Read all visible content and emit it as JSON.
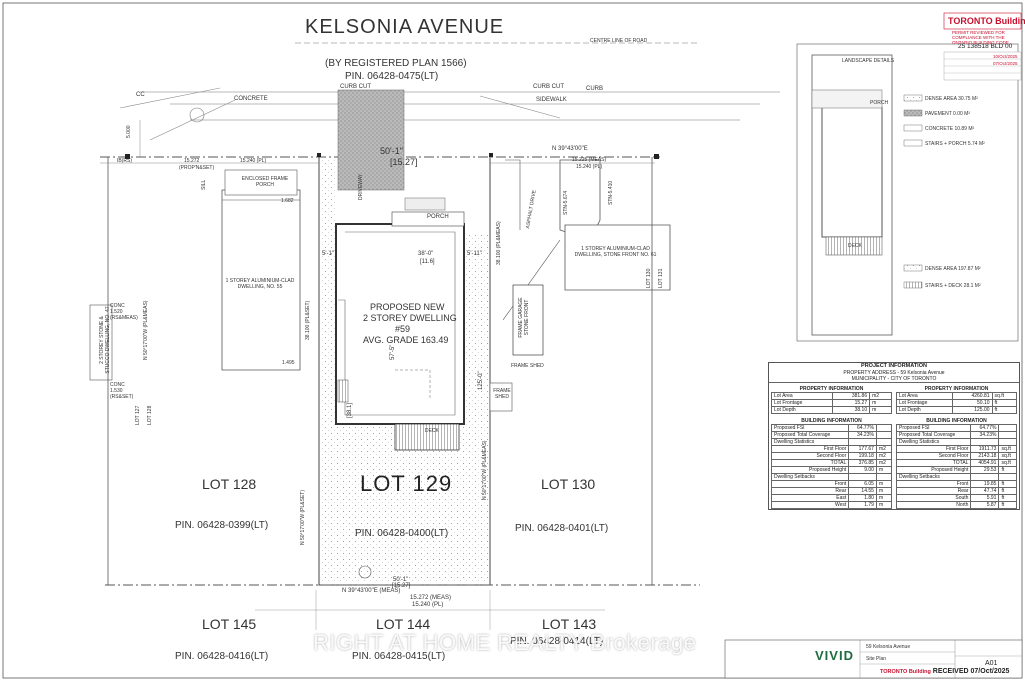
{
  "street": "KELSONIA AVENUE",
  "centre_line": "CENTRE LINE OF ROAD",
  "plan": {
    "registered": "(BY REGISTERED PLAN 1566)",
    "pin": "PIN. 06428-0475(LT)"
  },
  "road_labels": {
    "curb_cut_1": "CURB CUT",
    "curb_cut_2": "CURB CUT",
    "curb": "CURB",
    "concrete": "CONCRETE",
    "sidewalk": "SIDEWALK",
    "cc": "CC"
  },
  "dimensions": {
    "bearing_top": "N 39°43'00\"E",
    "bearing_bottom": "N 39°43'00\"E (MEAS)",
    "front_ft": "50'-1\"",
    "front_m": "[15.27]",
    "rear_ft": "50'-1\"",
    "rear_m": "[15.27]",
    "meas_top": "15.272",
    "meas_top_note": "(PROP'N&SET)",
    "pl_top": "15.240 (PL)",
    "meas_right": "15.225 (MEAS)",
    "pl_right": "15.240 (PL)",
    "meas_bottom": "15.272 (MEAS)",
    "pl_bottom": "15.240 (PL)",
    "depth_left": "38.100 (PL&SET)",
    "depth_right": "38.100 (PL&MEAS)",
    "bearing_left": "N 50°17'00\"W (PL&MEAS)",
    "bearing_side": "N 50°17'00\"W (PL&SET)",
    "bearing_right": "N 50°17'00\"W (PL&MEAS)",
    "house_width_ft": "38'-0\"",
    "house_width_m": "[11.6]",
    "setback_left_ft": "5'-1\"",
    "setback_right_ft": "5'-11\"",
    "house_depth": "57'-5\"",
    "rear_yard": "125'-0\"",
    "rear_yard_m": "[38.1]",
    "side_1495": "1.495",
    "side_1682": "1.682",
    "road_5000": "5.000",
    "stn_5674": "STN-5.674",
    "stn_5410": "STN-5.410"
  },
  "site_labels": {
    "ib_rs": "IB(RS)",
    "porch": "PORCH",
    "driveway": "DRIVEWAY",
    "asphalt": "ASPHALT DRIVE",
    "enclosed_porch": "ENCLOSED FRAME PORCH",
    "dwelling_55": "1 STOREY ALUMINIUM-CLAD DWELLING, NO. 55",
    "dwelling_47": "2 STOREY STONE & STUCCO DWELLING, NO. 47",
    "dwelling_61": "1 STOREY ALUMINIUM-CLAD DWELLING, STONE FRONT NO. 61",
    "frame_garage": "FRAME GARAGE STONE FRONT",
    "frame_shed_1": "FRAME SHED",
    "frame_shed_2": "FRAME SHED",
    "conc_top": "CONC 1.520 (RS&MEAS)",
    "conc_bottom": "CONC 1.530 (RS&SET)",
    "deck": "DECK",
    "proposed_1": "PROPOSED NEW",
    "proposed_2": "2 STOREY DWELLING",
    "proposed_3": "#59",
    "proposed_4": "AVG. GRADE 163.49",
    "sill": "SILL",
    "lot_127": "LOT 127",
    "lot_128_side": "LOT 128",
    "lot_130_side": "LOT 130",
    "lot_131": "LOT 131"
  },
  "lots": {
    "lot128": "LOT 128",
    "lot129": "LOT 129",
    "lot130": "LOT 130",
    "lot145": "LOT 145",
    "lot144": "LOT 144",
    "lot143": "LOT 143",
    "pin128": "PIN. 06428-0399(LT)",
    "pin129": "PIN. 06428-0400(LT)",
    "pin130": "PIN. 06428-0401(LT)",
    "pin145": "PIN. 06428-0416(LT)",
    "pin144": "PIN. 06428-0415(LT)",
    "pin143": "PIN. 06428-0414(LT)"
  },
  "watermark": "RIGHT AT HOME REALTY Brokerage",
  "stamp": {
    "logo": "TORONTO Building",
    "note": "PERMIT REVIEWED FOR COMPLIANCE WITH THE ONTARIO BUILDING CODE",
    "number": "25 138518 BLD 00",
    "date_1": "10/Oct/2025",
    "date_2": "07/Oct/2025",
    "received_brand": "TORONTO Building",
    "received": "RECEIVED 07/Oct/2025"
  },
  "key_plan": {
    "landscape": "LANDSCAPE DETAILS",
    "l1": "DENSE AREA 30.75 M²",
    "l2": "PAVEMENT 0.00 M²",
    "l3": "CONCRETE 10.89 M²",
    "l4": "STAIRS + PORCH 5.74 M²",
    "l5": "DENSE AREA 197.87 M²",
    "l6": "STAIRS + DECK 28.1 M²",
    "porch": "PORCH",
    "deck": "DECK"
  },
  "project": {
    "title": "PROJECT INFORMATION",
    "address": "PROPERTY ADDRESS - 59 Kelsonia Avenue",
    "municipality": "MUNICIPALITY - CITY OF TORONTO",
    "prop_title": "PROPERTY INFORMATION",
    "left_prop": [
      [
        "Lot Area",
        "381.86",
        "m2"
      ],
      [
        "Lot Frontage",
        "15.27",
        "m"
      ],
      [
        "Lot Depth",
        "38.10",
        "m"
      ]
    ],
    "right_prop": [
      [
        "Lot Area",
        "4260.81",
        "sq.ft"
      ],
      [
        "Lot Frontage",
        "50.10",
        "ft"
      ],
      [
        "Lot Depth",
        "125.00",
        "ft"
      ]
    ],
    "bld_title": "BUILDING INFORMATION",
    "left_bld": [
      [
        "Proposed FSI",
        "64.77%",
        ""
      ],
      [
        "Proposed Total Coverage",
        "34.23%",
        ""
      ],
      [
        "Dwelling Statistics",
        "",
        ""
      ],
      [
        "First Floor",
        "177.67",
        "m2"
      ],
      [
        "Second Floor",
        "199.18",
        "m2"
      ],
      [
        "TOTAL",
        "376.85",
        "m2"
      ],
      [
        "Proposed Height",
        "9.00",
        "m"
      ],
      [
        "Dwelling Setbacks",
        "",
        ""
      ],
      [
        "Front",
        "6.05",
        "m"
      ],
      [
        "Rear",
        "14.55",
        "m"
      ],
      [
        "East",
        "1.80",
        "m"
      ],
      [
        "West",
        "1.79",
        "m"
      ]
    ],
    "right_bld": [
      [
        "Proposed FSI",
        "64.77%",
        ""
      ],
      [
        "Proposed Total Coverage",
        "34.23%",
        ""
      ],
      [
        "Dwelling Statistics",
        "",
        ""
      ],
      [
        "First Floor",
        "1911.73",
        "sq.ft"
      ],
      [
        "Second Floor",
        "2143.18",
        "sq.ft"
      ],
      [
        "TOTAL",
        "4054.91",
        "sq.ft"
      ],
      [
        "Proposed Height",
        "29.53",
        "ft"
      ],
      [
        "Dwelling Setbacks",
        "",
        ""
      ],
      [
        "Front",
        "19.85",
        "ft"
      ],
      [
        "Rear",
        "47.74",
        "ft"
      ],
      [
        "South",
        "5.91",
        "ft"
      ],
      [
        "North",
        "5.87",
        "ft"
      ]
    ]
  },
  "title_block": {
    "brand": "VIVID",
    "address": "59 Kelsonia Avenue",
    "drawing": "Site Plan",
    "sheet": "A01"
  }
}
